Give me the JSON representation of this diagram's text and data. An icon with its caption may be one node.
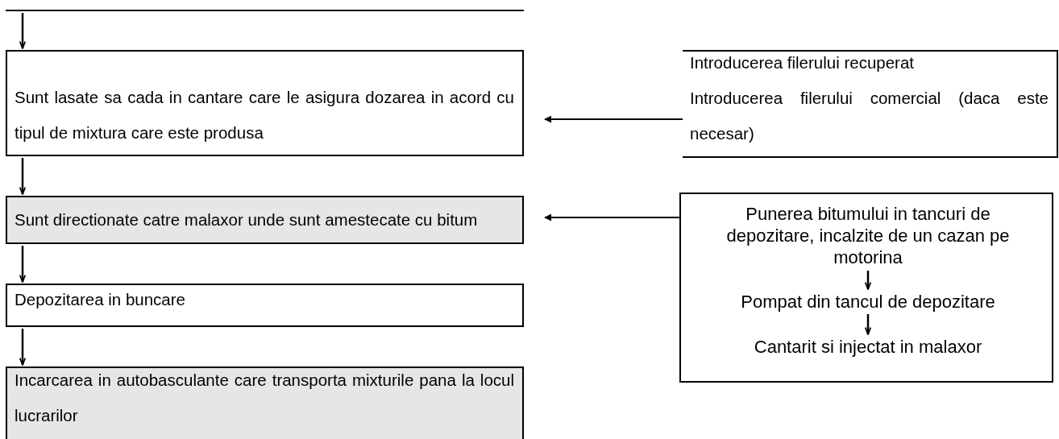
{
  "diagram": {
    "nodes": [
      {
        "text": [],
        "shape": "box"
      },
      {
        "text": [
          "Sunt lasate sa cada in cantare care le asigura dozarea in acord cu tipul de mixtura care este produsa"
        ]
      },
      {
        "text": [
          "Sunt directionate catre malaxor unde sunt amestecate cu bitum"
        ]
      },
      {
        "text": [
          "Depozitarea in buncare"
        ]
      },
      {
        "text": [
          "Incarcarea in autobasculante care transporta mixturile pana la locul lucrarilor"
        ]
      },
      {
        "text": [
          "Introducerea filerului recuperat",
          "Introducerea filerului comercial (daca este necesar)"
        ]
      },
      {
        "text": [],
        "shape": "box"
      },
      {
        "text": [
          "Punerea bitumului in tancuri de depozitare, incalzite de un cazan pe motorina"
        ],
        "in": 6
      },
      {
        "text": [
          "Pompat din tancul de depozitare"
        ],
        "in": 6
      },
      {
        "text": [
          "Cantarit si injectat in malaxor"
        ],
        "in": 6
      }
    ],
    "edges": [
      {
        "from": 0,
        "to": 1,
        "arrow": "to"
      },
      {
        "from": 1,
        "to": 2,
        "arrow": "to"
      },
      {
        "from": 2,
        "to": 3,
        "arrow": "to"
      },
      {
        "from": 3,
        "to": 4,
        "arrow": "to"
      },
      {
        "from": 5,
        "to": 1,
        "arrow": "to"
      },
      {
        "from": 6,
        "to": 2,
        "arrow": "to"
      },
      {
        "from": 7,
        "to": 8,
        "arrow": "to"
      },
      {
        "from": 8,
        "to": 9,
        "arrow": "to"
      }
    ]
  }
}
